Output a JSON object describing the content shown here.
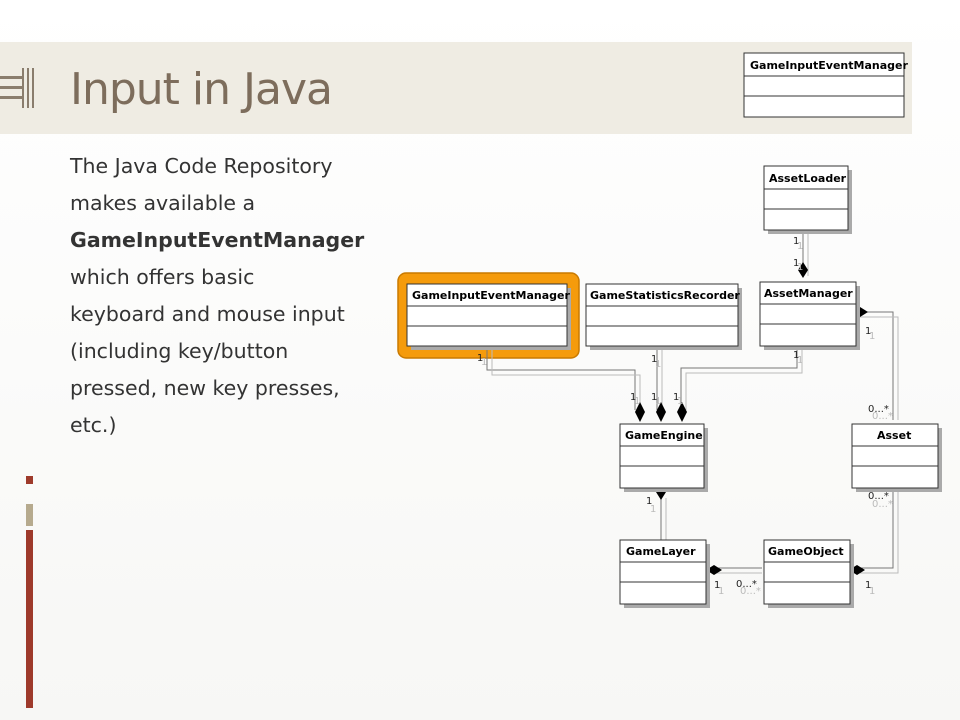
{
  "slide": {
    "title": "Input in Java",
    "body": {
      "line1": "The Java Code Repository",
      "line2": "makes available a",
      "line3_bold": "GameInputEventManager",
      "line4": "which offers basic",
      "line5": "keyboard and mouse input",
      "line6": "(including key/button",
      "line7": "pressed, new key presses,",
      "line8": "etc.)"
    }
  },
  "diagram": {
    "legend_class": "GameInputEventManager",
    "classes": {
      "asset_loader": "AssetLoader",
      "asset_manager": "AssetManager",
      "game_input_event_manager": "GameInputEventManager",
      "game_statistics_recorder": "GameStatisticsRecorder",
      "game_engine": "GameEngine",
      "asset": "Asset",
      "game_layer": "GameLayer",
      "game_object": "GameObject"
    },
    "multiplicities": {
      "loader_manager_a": "1",
      "loader_manager_b": "1",
      "input_engine_a": "1",
      "stats_engine_a": "1",
      "manager_engine_a": "1",
      "engine_in_1": "1",
      "engine_in_2": "1",
      "engine_in_3": "1",
      "manager_asset_a": "1",
      "manager_asset_b": "0...*",
      "asset_object_a": "0...*",
      "asset_object_b": "1",
      "engine_layer_a": "1",
      "layer_object_a": "1",
      "layer_object_b": "0...*"
    },
    "highlight_color": "#f59b0c"
  },
  "theme": {
    "title_color": "#7d6d5c",
    "bar_red": "#9e3a2b",
    "bar_tan": "#b6aa8e"
  }
}
